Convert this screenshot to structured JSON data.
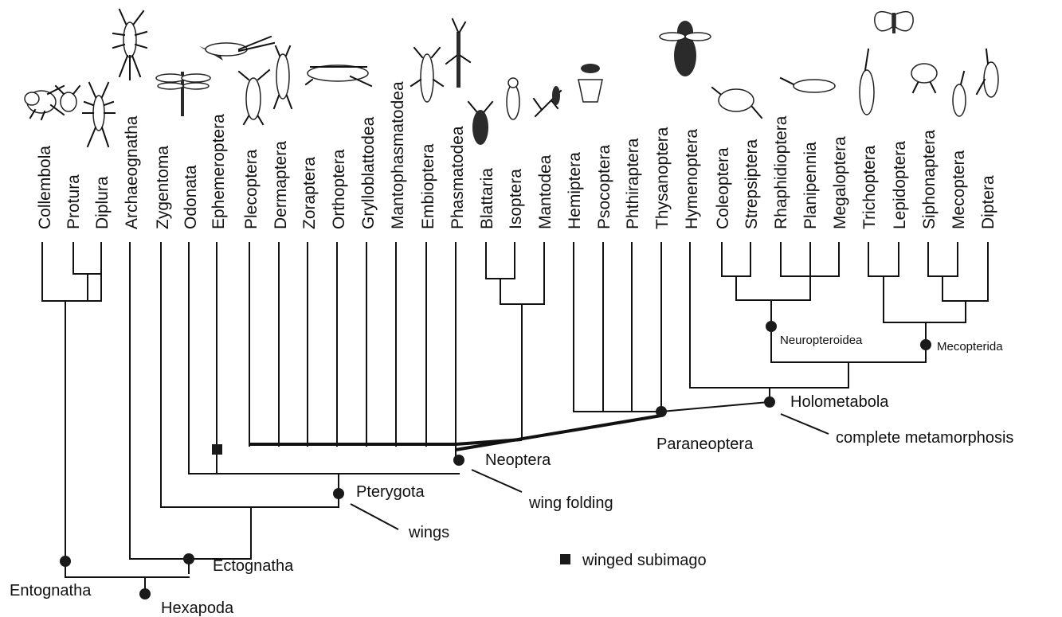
{
  "taxa": [
    "Collembola",
    "Protura",
    "Diplura",
    "Archaeognatha",
    "Zygentoma",
    "Odonata",
    "Ephemeroptera",
    "Plecoptera",
    "Dermaptera",
    "Zoraptera",
    "Orthoptera",
    "Grylloblattodea",
    "Mantophasmatodea",
    "Embioptera",
    "Phasmatodea",
    "Blattaria",
    "Isoptera",
    "Mantodea",
    "Hemiptera",
    "Psocoptera",
    "Phthiraptera",
    "Thysanoptera",
    "Hymenoptera",
    "Coleoptera",
    "Strepsiptera",
    "Rhaphidioptera",
    "Planipennia",
    "Megaloptera",
    "Trichoptera",
    "Lepidoptera",
    "Siphonaptera",
    "Mecoptera",
    "Diptera"
  ],
  "clades": {
    "hexapoda": "Hexapoda",
    "entognatha": "Entognatha",
    "ectognatha": "Ectognatha",
    "pterygota": "Pterygota",
    "neoptera": "Neoptera",
    "paraneoptera": "Paraneoptera",
    "holometabola": "Holometabola",
    "neuropteroidea": "Neuropteroidea",
    "mecopterida": "Mecopterida"
  },
  "annotations": {
    "wings": "wings",
    "wing_folding": "wing folding",
    "complete_metamorphosis": "complete metamorphosis"
  },
  "legend": {
    "marker": "winged subimago"
  },
  "icons": [
    "springtail-icon",
    "proturan-icon",
    "dipluran-icon",
    "bristletail-icon",
    "dragonfly-icon",
    "mayfly-icon",
    "stonefly-icon",
    "earwig-icon",
    "grasshopper-icon",
    "webspinner-icon",
    "stick-insect-icon",
    "cockroach-icon",
    "termite-icon",
    "mantis-icon",
    "cicada-icon",
    "wasp-icon",
    "beetle-icon",
    "lacewing-icon",
    "caddisfly-icon",
    "butterfly-icon",
    "flea-icon",
    "scorpionfly-icon",
    "fly-icon"
  ]
}
